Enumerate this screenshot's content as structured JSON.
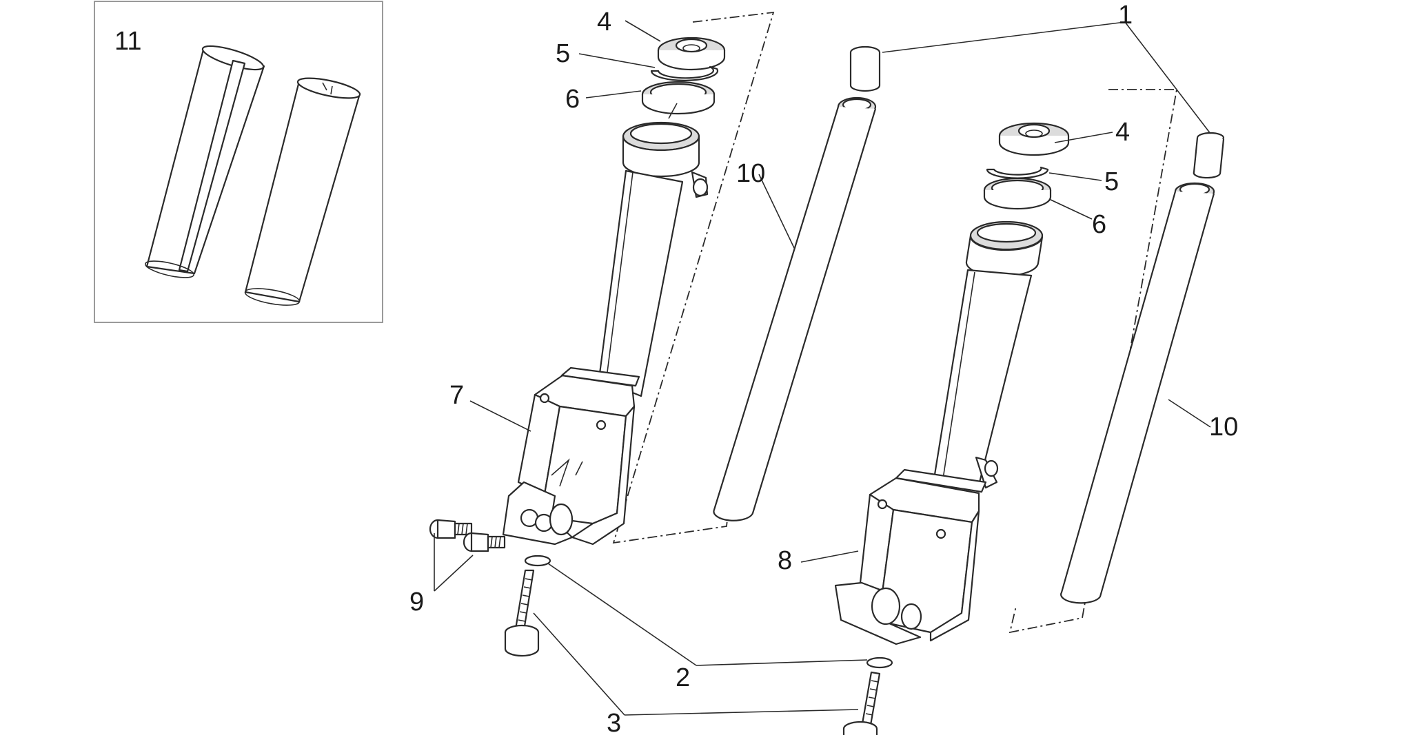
{
  "callouts": {
    "c1": "1",
    "c2": "2",
    "c3": "3",
    "c4_left": "4",
    "c4_right": "4",
    "c5_left": "5",
    "c5_right": "5",
    "c6_left": "6",
    "c6_right": "6",
    "c7": "7",
    "c8": "8",
    "c9": "9",
    "c10_left": "10",
    "c10_right": "10",
    "c11": "11"
  }
}
